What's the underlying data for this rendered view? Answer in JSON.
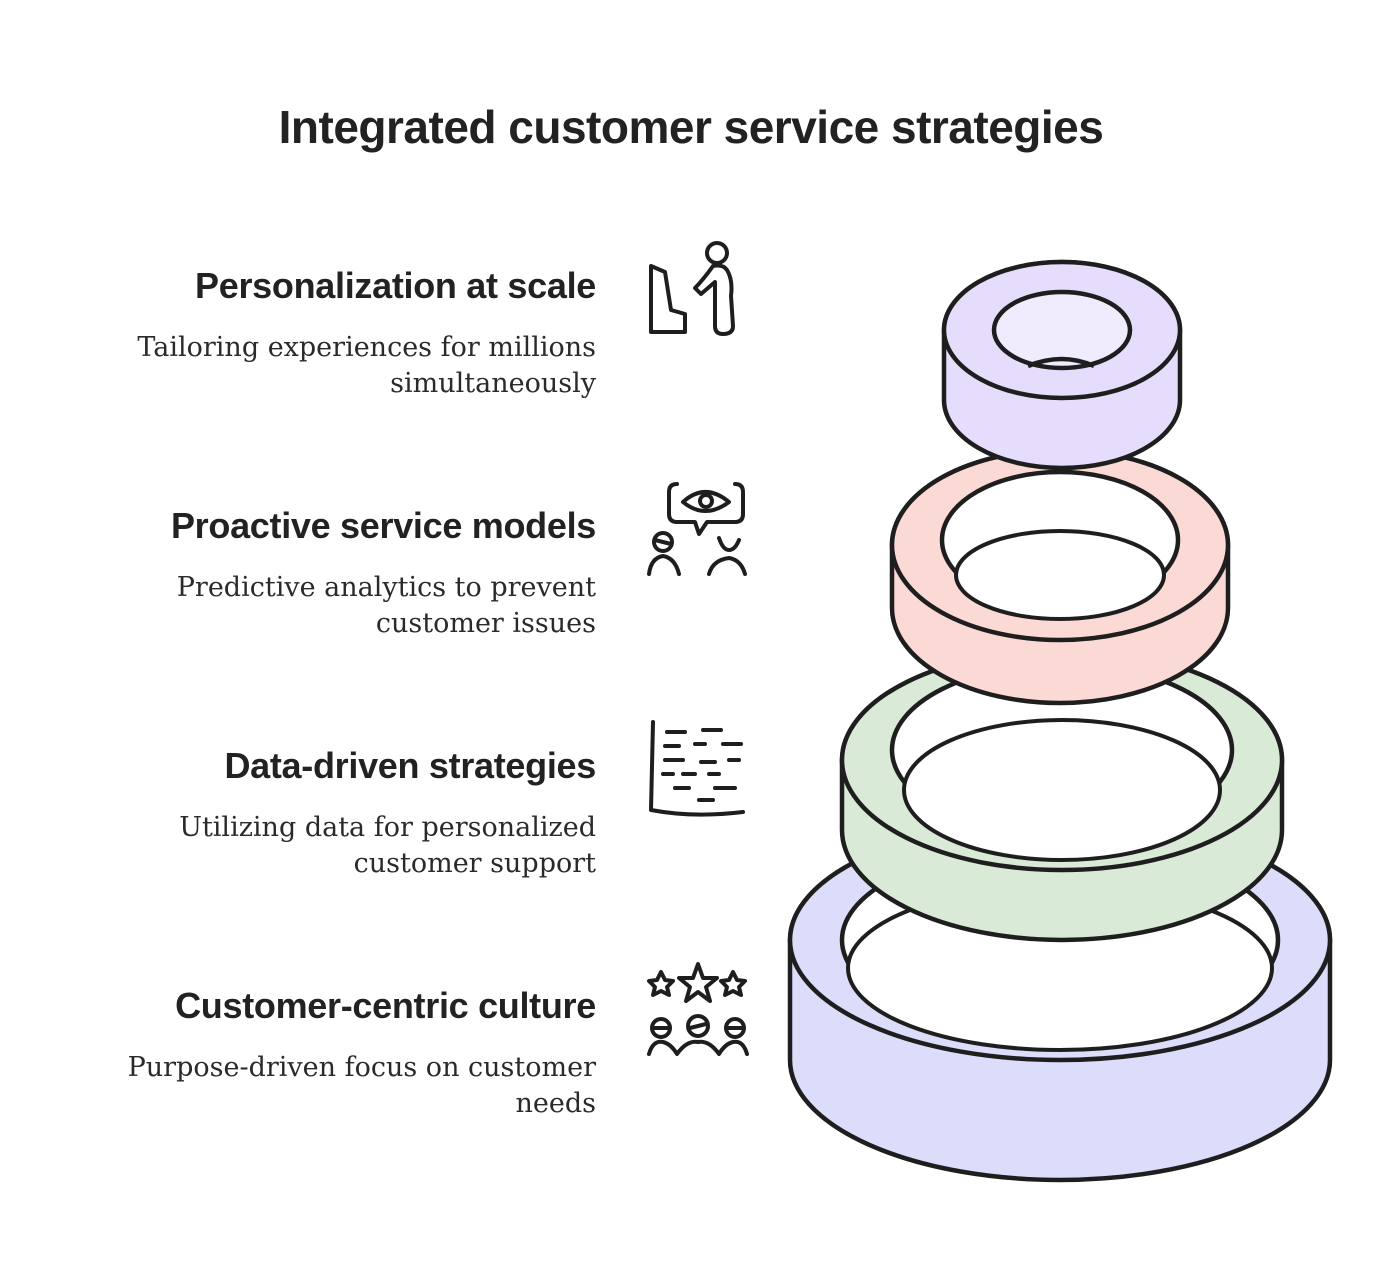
{
  "title": "Integrated customer service strategies",
  "items": [
    {
      "heading": "Personalization at scale",
      "description_line1": "Tailoring experiences for millions",
      "description_line2": "simultaneously",
      "icon": "person-presenting-icon",
      "color": "#e6dcfb"
    },
    {
      "heading": "Proactive service models",
      "description_line1": "Predictive analytics to prevent",
      "description_line2": "customer issues",
      "icon": "eye-speech-bubble-people-icon",
      "color": "#fbd9d5"
    },
    {
      "heading": "Data-driven strategies",
      "description_line1": "Utilizing data for personalized",
      "description_line2": "customer support",
      "icon": "data-list-icon",
      "color": "#d9ead6"
    },
    {
      "heading": "Customer-centric culture",
      "description_line1": "Purpose-driven focus on customer",
      "description_line2": "needs",
      "icon": "stars-people-icon",
      "color": "#dcdcfb"
    }
  ]
}
